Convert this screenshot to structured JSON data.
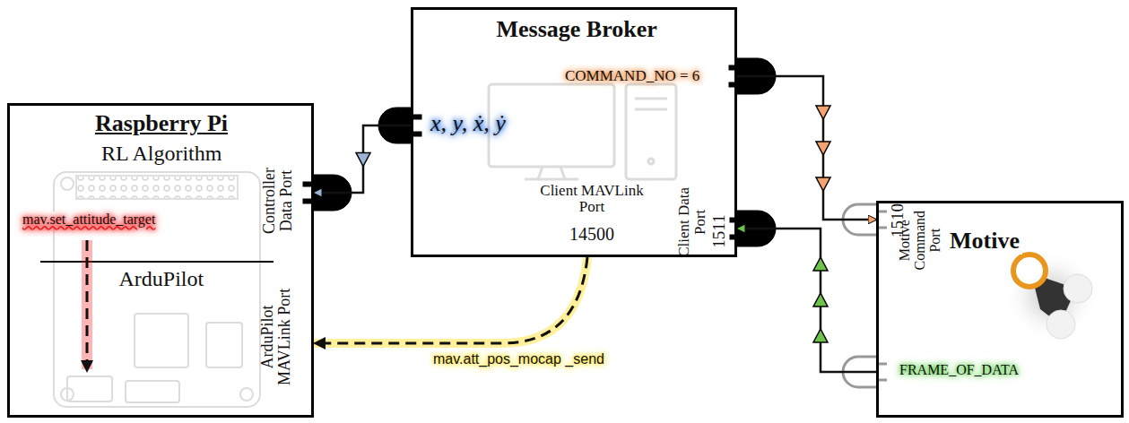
{
  "diagram": {
    "nodes": [
      {
        "text": [
          "Raspberry Pi",
          "RL Algorithm",
          "ArduPilot"
        ]
      },
      {
        "text": [
          "Message Broker"
        ]
      },
      {
        "text": [
          "Motive"
        ]
      }
    ],
    "edges": [
      {
        "from": 1,
        "to": 0,
        "arrow": "to"
      },
      {
        "from": 1,
        "to": 0,
        "arrow": "to",
        "label": "mav.att_pos_mocap _send"
      },
      {
        "from": 1,
        "to": 2,
        "arrow": "to"
      },
      {
        "from": 2,
        "to": 1,
        "arrow": "to"
      }
    ],
    "labels": [
      "x, y, ẋ, ẏ",
      "COMMAND_NO = 6",
      "Client MAVLink Port",
      "14500",
      "Client Data Port",
      "1511",
      "Motive Command Port",
      "1510",
      "Controller Data Port",
      "ArduPilot MAVLink Port",
      "mav.set_attitude_target",
      "FRAME_OF_DATA"
    ]
  }
}
